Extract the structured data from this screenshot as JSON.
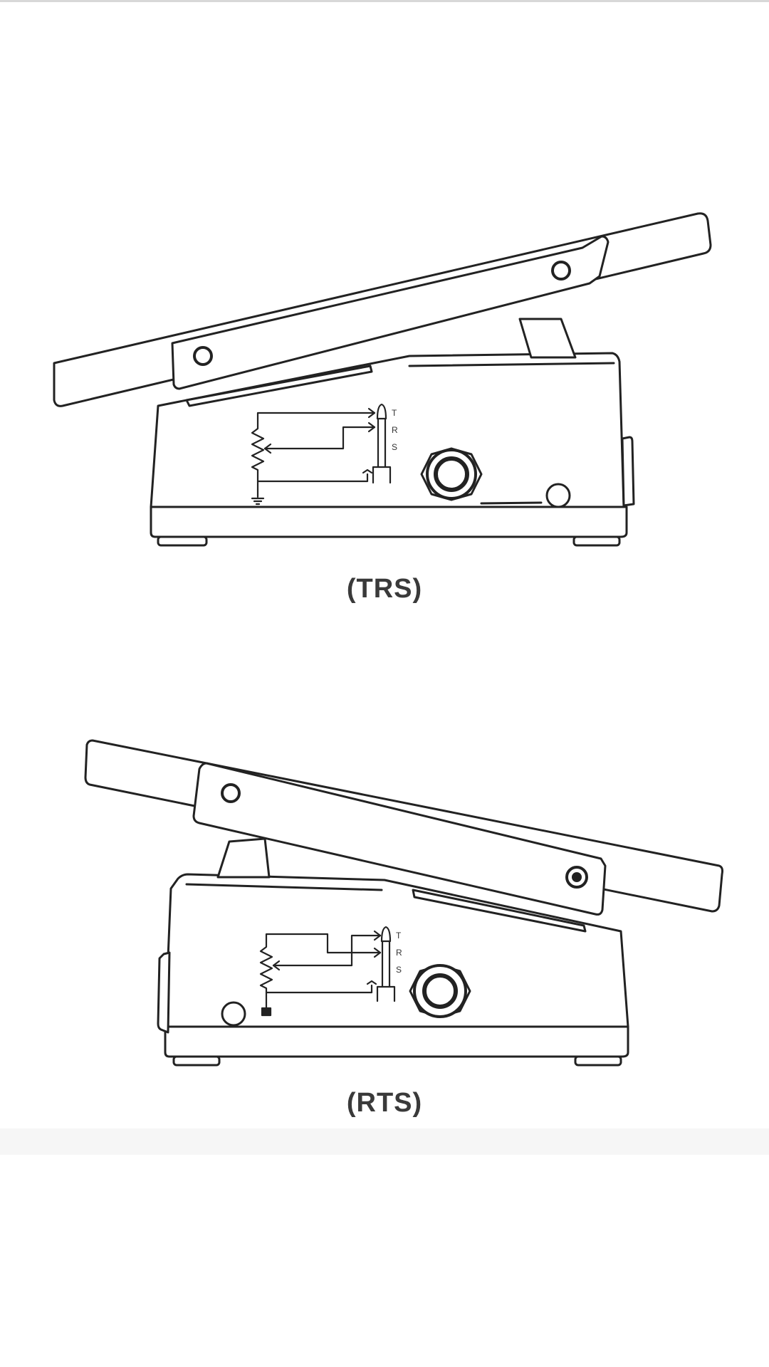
{
  "diagrams": [
    {
      "caption": "(TRS)",
      "jack_labels": {
        "tip": "T",
        "ring": "R",
        "sleeve": "S"
      }
    },
    {
      "caption": "(RTS)",
      "jack_labels": {
        "tip": "T",
        "ring": "R",
        "sleeve": "S"
      }
    }
  ]
}
